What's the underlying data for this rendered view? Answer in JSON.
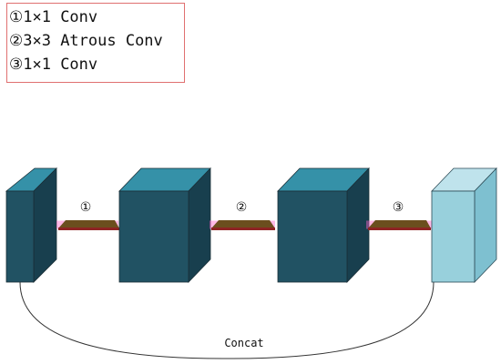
{
  "legend": {
    "items": [
      {
        "marker": "①",
        "label": "1×1 Conv"
      },
      {
        "marker": "②",
        "label": "3×3 Atrous Conv"
      },
      {
        "marker": "③",
        "label": "1×1 Conv"
      }
    ]
  },
  "diagram": {
    "connector_labels": [
      "①",
      "②",
      "③"
    ],
    "concat_label": "Concat"
  },
  "colors": {
    "block_front": "#215263",
    "block_top": "#3591a8",
    "block_side": "#183f4e",
    "output_front": "#98d0dc",
    "output_top": "#bfe3ec",
    "output_side": "#7ec0d0",
    "connector_fill": "#8e2424",
    "connector_top": "#6b4e1e",
    "connector_glow": "#ff66cc",
    "legend_border": "#e07070"
  }
}
